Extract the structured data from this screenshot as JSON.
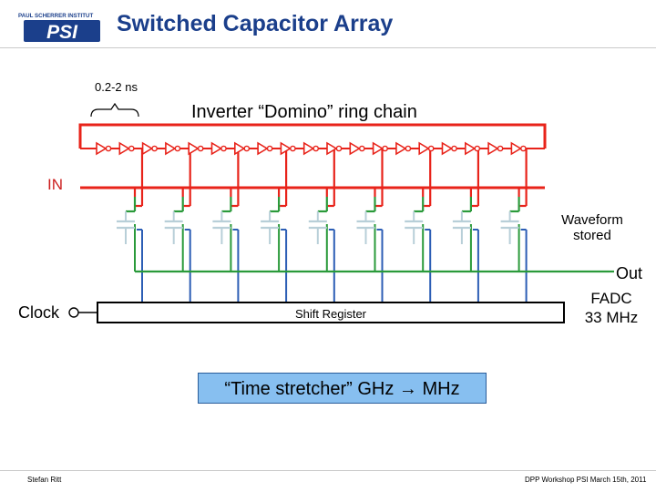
{
  "slide": {
    "title": "Switched Capacitor Array",
    "logo_text": "PAUL SCHERRER INSTITUT",
    "logo_letters": "PSI"
  },
  "diagram": {
    "delay_label": "0.2-2 ns",
    "chain_label": "Inverter “Domino” ring chain",
    "input_label": "IN",
    "waveform_label": [
      "Waveform",
      "stored"
    ],
    "out_label": "Out",
    "fadc_label": [
      "FADC",
      "33 MHz"
    ],
    "clock_label": "Clock",
    "shift_register_label": "Shift Register",
    "stretcher_label": "“Time stretcher” GHz → MHz",
    "cell_count": 9,
    "inverter_count": 19
  },
  "colors": {
    "title": "#1b3f8b",
    "red": "#e8231a",
    "green": "#2a9a3a",
    "blue": "#2c5eb5",
    "capacitor": "#b8cfd8",
    "stretcher_fill": "#87bff0"
  },
  "footer": {
    "left": "Stefan Ritt",
    "right": "DPP Workshop PSI March 15th, 2011"
  }
}
